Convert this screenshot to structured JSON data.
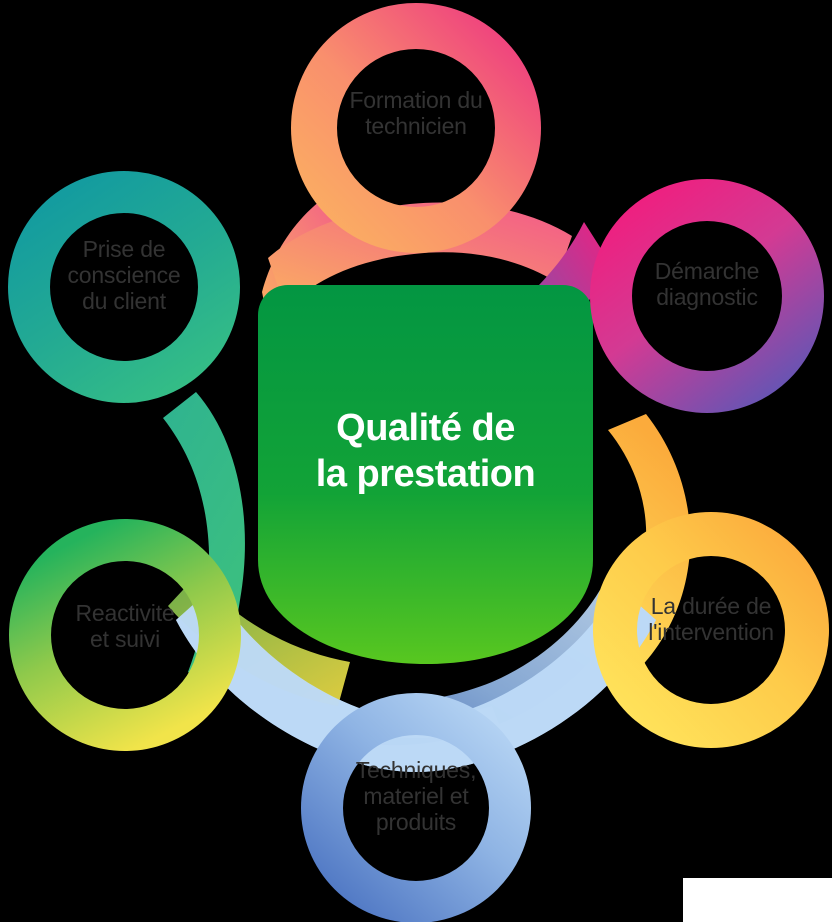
{
  "diagram": {
    "title": "Qualité de la prestation",
    "background_color": "#000000",
    "center": {
      "label": "Qualité de\nla prestation",
      "text_color": "#ffffff",
      "fill_top": "#059a40",
      "fill_bottom": "#55c423"
    },
    "label_text_color": "#333333",
    "nodes": [
      {
        "id": "formation-du-technicien",
        "label": "Formation du\ntechnicien",
        "position": "top",
        "color_start": "#f9a45c",
        "color_end": "#f0407e"
      },
      {
        "id": "demarche-diagnostic",
        "label": "Démarche\ndiagnostic",
        "position": "top-right",
        "color_start": "#ec2a7b",
        "color_end": "#6e5ab6"
      },
      {
        "id": "la-duree-de-l-intervention",
        "label": "La durée de\nl'intervention",
        "position": "bottom-right",
        "color_start": "#ffe45c",
        "color_end": "#fbab3c"
      },
      {
        "id": "techniques-materiel-et-produits",
        "label": "Techniques,\nmateriel et\nproduits",
        "position": "bottom",
        "color_start": "#b9d7f5",
        "color_end": "#5a83c8"
      },
      {
        "id": "reactivite-et-suivi",
        "label": "Reactivite\net suivi",
        "position": "bottom-left",
        "color_start": "#2fb457",
        "color_end": "#f0e44b"
      },
      {
        "id": "prise-de-conscience-du-client",
        "label": "Prise  de\nconscience\ndu client",
        "position": "top-left",
        "color_start": "#179e9e",
        "color_end": "#2fb98c"
      }
    ]
  }
}
